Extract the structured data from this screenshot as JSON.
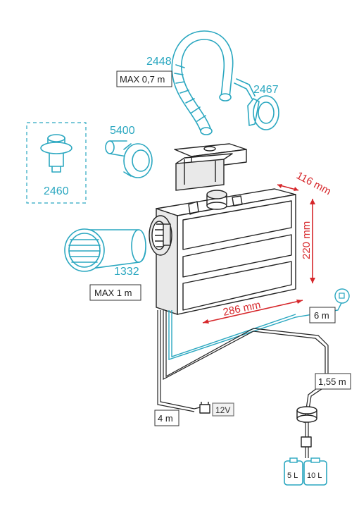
{
  "parts": {
    "p2448": "2448",
    "p2467": "2467",
    "p5400": "5400",
    "p2460": "2460",
    "p1332": "1332"
  },
  "measures": {
    "max_07": "MAX 0,7 m",
    "max_1": "MAX 1 m",
    "depth": "116 mm",
    "height": "220 mm",
    "width": "286 mm",
    "cable_6": "6 m",
    "cable_155": "1,55 m",
    "cable_4": "4 m",
    "battery": "12V",
    "tank_5": "5 L",
    "tank_10": "10 L"
  },
  "colors": {
    "accent": "#2aa7c0",
    "dimension": "#d6262a",
    "line": "#222222"
  }
}
